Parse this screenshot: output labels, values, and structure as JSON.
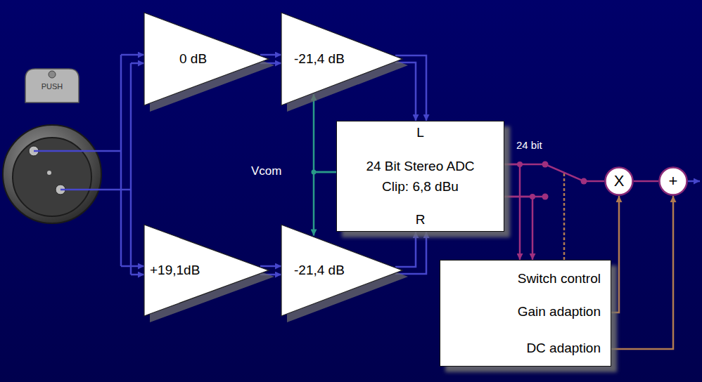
{
  "diagram": {
    "nodes": [
      {
        "text": [
          "0 dB"
        ]
      },
      {
        "text": [
          "-21,4 dB"
        ]
      },
      {
        "text": [
          "L",
          "24 Bit Stereo ADC Clip: 6,8 dBu",
          "R"
        ]
      },
      {
        "text": [
          "+19,1dB"
        ]
      },
      {
        "text": [
          "-21,4 dB"
        ]
      },
      {
        "text": [
          "X"
        ]
      },
      {
        "text": [
          "+"
        ]
      },
      {
        "text": [
          "Switch control",
          "Gain adaption",
          "DC adaption"
        ]
      }
    ],
    "edges": [
      {
        "from": 0,
        "to": 1,
        "arrow": "to"
      },
      {
        "from": 1,
        "to": 2,
        "arrow": "to"
      },
      {
        "from": 3,
        "to": 4,
        "arrow": "to"
      },
      {
        "from": 4,
        "to": 2,
        "arrow": "to"
      },
      {
        "from": 2,
        "to": 1,
        "arrow": "to"
      },
      {
        "from": 2,
        "to": 4,
        "arrow": "to"
      },
      {
        "from": 2,
        "to": 5,
        "arrow": "none"
      },
      {
        "from": 2,
        "to": 7,
        "arrow": "to"
      },
      {
        "from": 5,
        "to": 6,
        "arrow": "none"
      },
      {
        "from": 7,
        "to": 5,
        "arrow": "to"
      },
      {
        "from": 7,
        "to": 6,
        "arrow": "to"
      }
    ],
    "labels": [
      "PUSH",
      "Vcom",
      "24 bit"
    ]
  }
}
